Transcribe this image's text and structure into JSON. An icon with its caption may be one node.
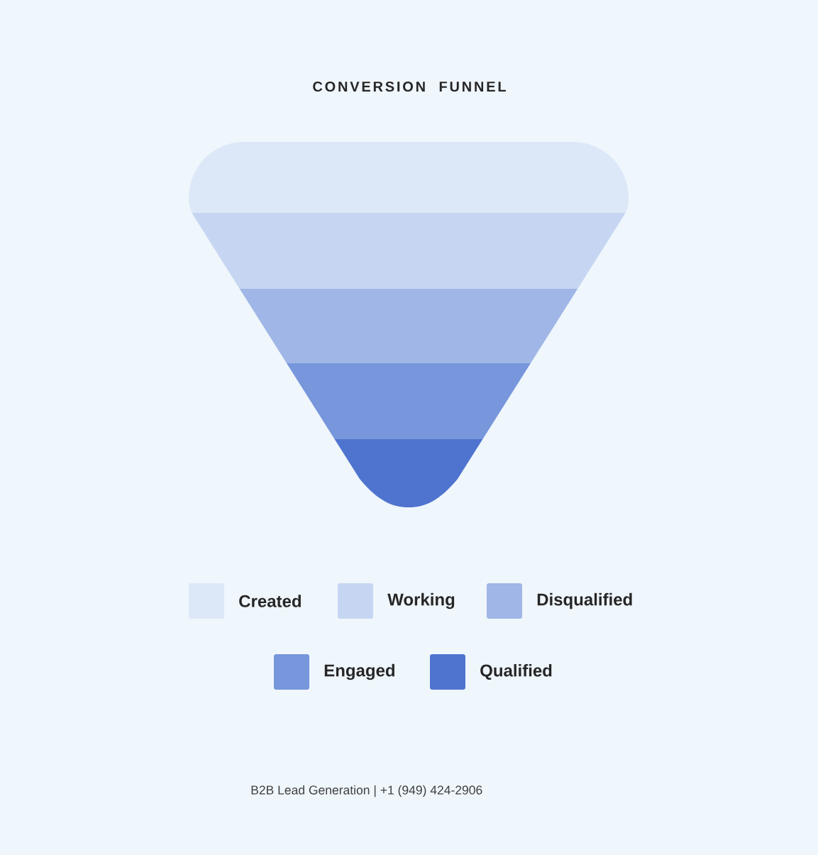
{
  "diagram": {
    "title": "CONVERSION FUNNEL",
    "labels": [
      "B2B Lead Generation | +1 (949) 424-2906"
    ],
    "legend": [
      {
        "text": "Created",
        "color": "#dce8f7"
      },
      {
        "text": "Working",
        "color": "#c6d6f2"
      },
      {
        "text": "Disqualified",
        "color": "#9fb6e6"
      },
      {
        "text": "Engaged",
        "color": "#7796db"
      },
      {
        "text": "Qualified",
        "color": "#4f74cf"
      }
    ]
  }
}
